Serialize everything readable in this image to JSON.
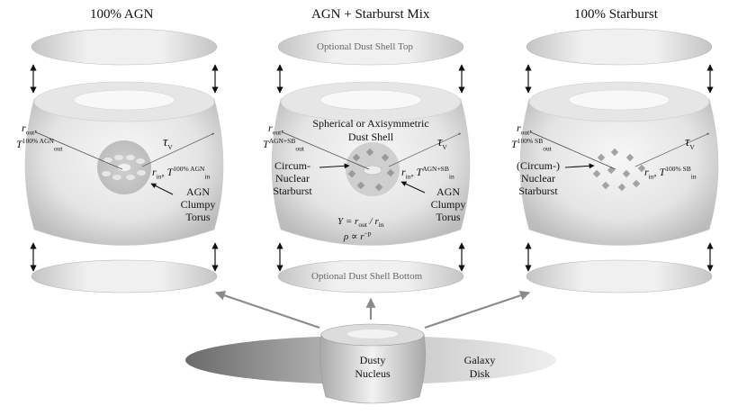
{
  "panels": [
    {
      "title": "100% AGN",
      "r_out": "r",
      "r_out_sub": "out",
      "T_out": "T",
      "T_out_sub": "out",
      "T_out_sup": "100% AGN",
      "r_in": "r",
      "r_in_sub": "in",
      "T_in": "T",
      "T_in_sub": "in",
      "T_in_sup": "100% AGN",
      "tau": "τ",
      "tau_sub": "V",
      "torus_label_1": "AGN",
      "torus_label_2": "Clumpy",
      "torus_label_3": "Torus"
    },
    {
      "title": "AGN + Starburst Mix",
      "top_shell_label": "Optional Dust Shell Top",
      "bottom_shell_label": "Optional Dust Shell Bottom",
      "shell_label_1": "Spherical or Axisymmetric",
      "shell_label_2": "Dust Shell",
      "r_out": "r",
      "r_out_sub": "out",
      "T_out": "T",
      "T_out_sub": "out",
      "T_out_sup": "AGN+SB",
      "r_in": "r",
      "r_in_sub": "in",
      "T_in": "T",
      "T_in_sub": "in",
      "T_in_sup": "AGN+SB",
      "tau": "τ",
      "tau_sub": "V",
      "starburst_label_1": "Circum-",
      "starburst_label_2": "Nuclear",
      "starburst_label_3": "Starburst",
      "torus_label_1": "AGN",
      "torus_label_2": "Clumpy",
      "torus_label_3": "Torus",
      "Y_eq": "Y = r",
      "Y_eq_sub1": "out",
      "Y_eq_mid": " / r",
      "Y_eq_sub2": "in",
      "rho_eq": "ρ ∝ r",
      "rho_eq_sup": "−p"
    },
    {
      "title": "100% Starburst",
      "r_out": "r",
      "r_out_sub": "out",
      "T_out": "T",
      "T_out_sub": "out",
      "T_out_sup": "100% SB",
      "r_in": "r",
      "r_in_sub": "in",
      "T_in": "T",
      "T_in_sub": "in",
      "T_in_sup": "100% SB",
      "tau": "τ",
      "tau_sub": "V",
      "starburst_label_1": "(Circum-)",
      "starburst_label_2": "Nuclear",
      "starburst_label_3": "Starburst"
    }
  ],
  "nucleus_label_1": "Dusty",
  "nucleus_label_2": "Nucleus",
  "disk_label_1": "Galaxy",
  "disk_label_2": "Disk",
  "colors": {
    "shell_light": "#f4f4f4",
    "shell_mid": "#d9d9d9",
    "shell_dark": "#bdbdbd",
    "arrow_gray": "#8a8a8a",
    "disk_dark": "#6e6e6e"
  }
}
